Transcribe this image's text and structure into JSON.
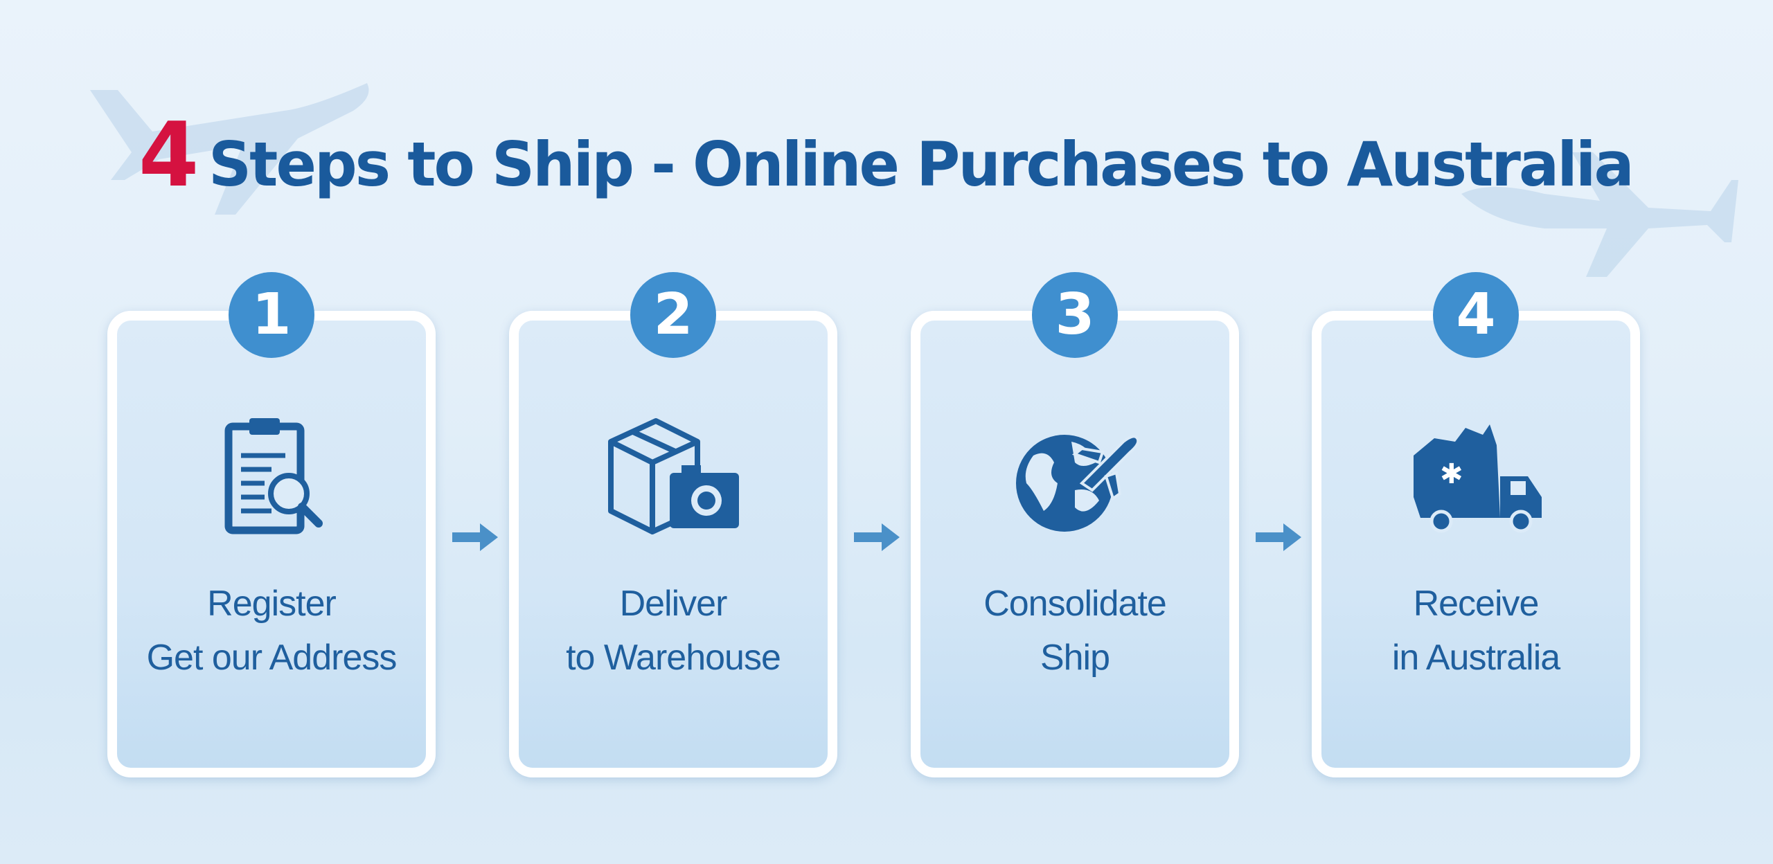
{
  "title": {
    "number": "4",
    "text": "Steps to Ship - Online Purchases to Australia"
  },
  "steps": [
    {
      "number": "1",
      "line1": "Register",
      "line2": "Get our Address",
      "icon": "clipboard-search-icon"
    },
    {
      "number": "2",
      "line1": "Deliver",
      "line2": "to Warehouse",
      "icon": "box-camera-icon"
    },
    {
      "number": "3",
      "line1": "Consolidate",
      "line2": "Ship",
      "icon": "globe-plane-icon"
    },
    {
      "number": "4",
      "line1": "Receive",
      "line2": "in Australia",
      "icon": "australia-truck-icon"
    }
  ],
  "colors": {
    "accent": "#1a5a9c",
    "number_red": "#d51240",
    "badge": "#3f8fcf"
  }
}
